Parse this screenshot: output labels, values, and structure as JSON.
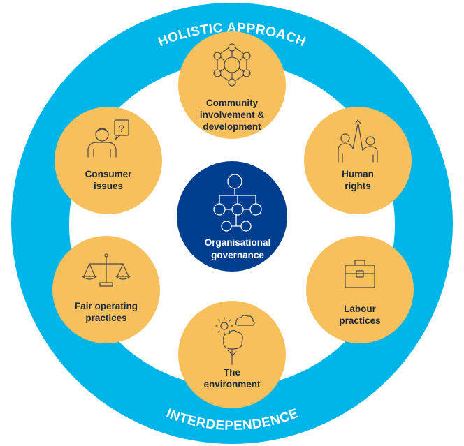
{
  "ring": {
    "top_text": "HOLISTIC APPROACH",
    "bottom_text": "INTERDEPENDENCE",
    "ring_color": "#00b5e8",
    "node_color": "#f8bf5d",
    "center_color": "#003f8f"
  },
  "center": {
    "line1": "Organisational",
    "line2": "governance",
    "icon": "org-chart-icon"
  },
  "nodes": [
    {
      "key": "community",
      "icon": "network-icon",
      "lines": [
        "Community",
        "involvement &",
        "development"
      ]
    },
    {
      "key": "human",
      "icon": "raised-hands-icon",
      "lines": [
        "Human",
        "rights"
      ]
    },
    {
      "key": "labour",
      "icon": "briefcase-icon",
      "lines": [
        "Labour",
        "practices"
      ]
    },
    {
      "key": "environment",
      "icon": "tree-sun-cloud-icon",
      "lines": [
        "The",
        "environment"
      ]
    },
    {
      "key": "fair",
      "icon": "scales-icon",
      "lines": [
        "Fair operating",
        "practices"
      ]
    },
    {
      "key": "consumer",
      "icon": "person-question-icon",
      "lines": [
        "Consumer",
        "issues"
      ]
    }
  ]
}
